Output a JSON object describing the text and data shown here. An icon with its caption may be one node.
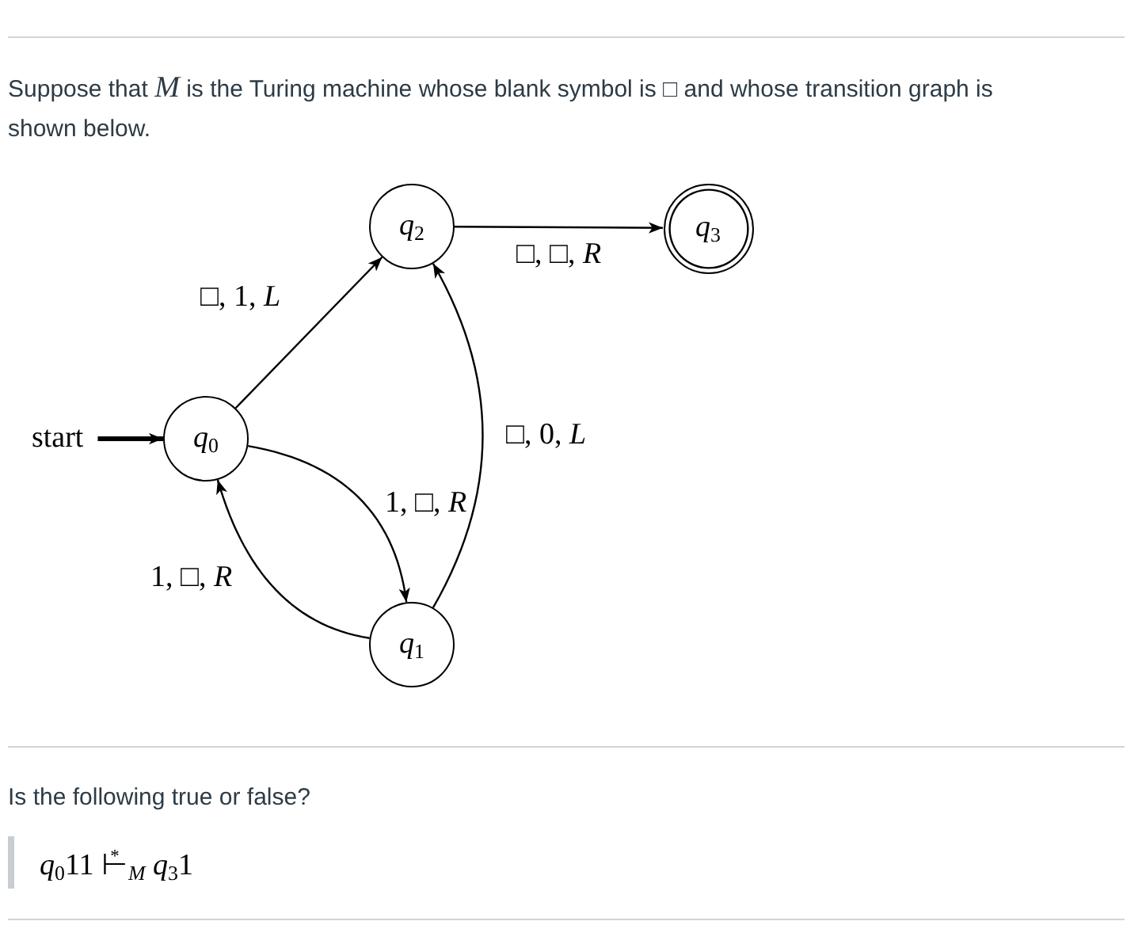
{
  "diagram": {
    "nodes": [
      {
        "text": [
          "start"
        ]
      },
      {
        "text": [
          "*q*$_{0}$"
        ]
      },
      {
        "text": [
          "*q*$_{2}$"
        ]
      },
      {
        "text": [
          "*q*$_{3}$"
        ]
      },
      {
        "text": [
          "*q*$_{1}$"
        ]
      }
    ],
    "edges": [
      {
        "from": 0,
        "to": 1,
        "arrow": "to",
        "style": "thick"
      },
      {
        "from": 1,
        "to": 2,
        "arrow": "to",
        "label": "□, 1, *L*"
      },
      {
        "from": 2,
        "to": 3,
        "arrow": "to",
        "label": "□, □, *R*"
      },
      {
        "from": 1,
        "to": 4,
        "arrow": "to",
        "label": "1, □, *R*"
      },
      {
        "from": 4,
        "to": 1,
        "arrow": "to",
        "label": "1, □, *R*"
      },
      {
        "from": 4,
        "to": 2,
        "arrow": "to",
        "label": "□, 0, *L*"
      }
    ],
    "labels": [
      "Suppose that *M* is the Turing machine whose blank symbol is □ and whose transition graph is shown below.",
      "Is the following true or false?",
      "*q*$_{0}$11 ⊢$^{*}$$_{M}$ *q*$_{3}$1"
    ]
  }
}
